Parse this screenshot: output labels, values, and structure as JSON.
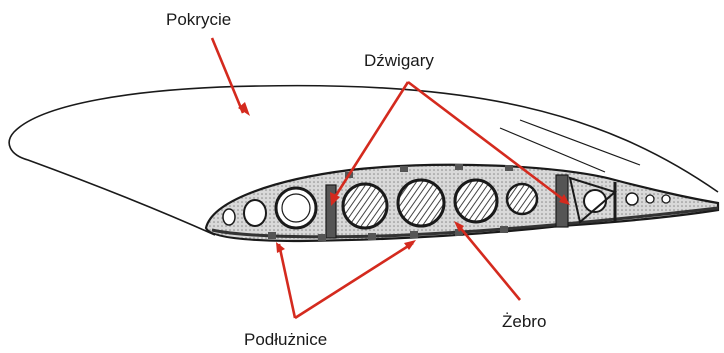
{
  "labels": {
    "skin": "Pokrycie",
    "spars": "Dźwigary",
    "rib": "Żebro",
    "stringers": "Podłużnice"
  },
  "colors": {
    "line": "#1a1a1a",
    "arrow": "#d42a1e",
    "fill_dark": "#555555",
    "fill_light": "#bfbfbf"
  }
}
